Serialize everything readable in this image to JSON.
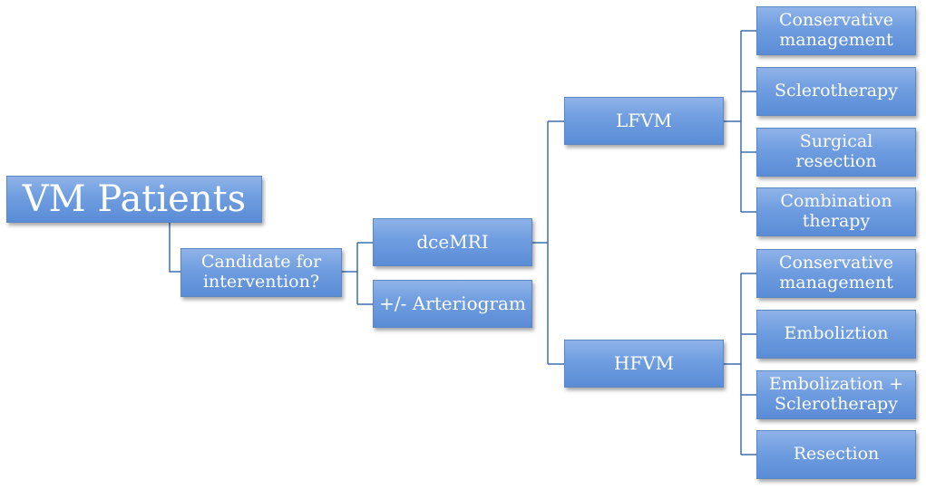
{
  "nodes": {
    "root": "VM Patients",
    "candidate": "Candidate for\nintervention?",
    "dcemri": "dceMRI",
    "arteriogram": "+/- Arteriogram",
    "lfvm": "LFVM",
    "hfvm": "HFVM",
    "lfvm_options": [
      "Conservative\nmanagement",
      "Sclerotherapy",
      "Surgical resection",
      "Combination\ntherapy"
    ],
    "hfvm_options": [
      "Conservative\nmanagement",
      "Emboliztion",
      "Embolization +\nSclerotherapy",
      "Resection"
    ]
  },
  "colors": {
    "box_fill_top": "#8fb3e8",
    "box_fill_bottom": "#5a8cd6",
    "box_border": "#5b87c7",
    "connector": "#3f6fae",
    "text": "#ffffff"
  }
}
